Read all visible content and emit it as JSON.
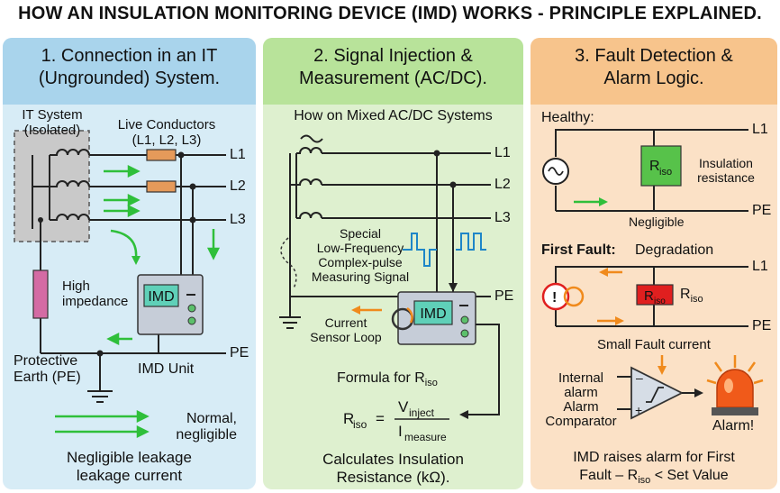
{
  "title": "HOW AN INSULATION MONITORING DEVICE (IMD) WORKS - PRINCIPLE EXPLAINED.",
  "panels": [
    {
      "title_line1": "1. Connection in an IT",
      "title_line2": "(Ungrounded) System.",
      "it_system_line1": "IT System",
      "it_system_line2": "(Isolated)",
      "live_conductors_line1": "Live Conductors",
      "live_conductors_line2": "(L1, L2, L3)",
      "lines": [
        "L1",
        "L2",
        "L3"
      ],
      "high_impedance_line1": "High",
      "high_impedance_line2": "impedance",
      "device_label": "IMD",
      "pe_label": "PE",
      "protective_earth_line1": "Protective",
      "protective_earth_line2": "Earth (PE)",
      "imd_unit_label": "IMD Unit",
      "legend_line1": "Normal,",
      "legend_line2": "negligible",
      "footer_line1": "Negligible leakage",
      "footer_line2": "leakage current"
    },
    {
      "title_line1": "2. Signal Injection &",
      "title_line2": "Measurement (AC/DC).",
      "subtitle": "How on Mixed AC/DC Systems",
      "lines": [
        "L1",
        "L2",
        "L3"
      ],
      "pe_label": "PE",
      "signal_line1": "Special",
      "signal_line2": "Low-Frequency",
      "signal_line3": "Complex-pulse",
      "signal_line4": "Measuring Signal",
      "device_label": "IMD",
      "sensor_line1": "Current",
      "sensor_line2": "Sensor Loop",
      "formula_heading": "Formula for R",
      "formula_heading_sub": "iso",
      "formula_lhs": "R",
      "formula_lhs_sub": "iso",
      "formula_num": "V",
      "formula_num_sub": "inject",
      "formula_den": "I",
      "formula_den_sub": "measure",
      "footer_line1": "Calculates Insulation",
      "footer_line2": "Resistance (kΩ)."
    },
    {
      "title_line1": "3. Fault Detection &",
      "title_line2": "Alarm Logic.",
      "healthy_label": "Healthy:",
      "l1": "L1",
      "pe": "PE",
      "r_label": "R",
      "r_sub": "iso",
      "insulation_line1": "Insulation",
      "insulation_line2": "resistance",
      "negligible_label": "Negligible",
      "first_fault_label": "First Fault:",
      "degradation_label": "Degradation",
      "small_fault_label": "Small Fault current",
      "internal_line1": "Internal",
      "internal_line2": "alarm",
      "internal_line3": "Alarm",
      "internal_line4": "Comparator",
      "alarm_label": "Alarm!",
      "footer_line1": "IMD raises alarm for First",
      "footer_line2": "Fault – R",
      "footer_sub": "iso",
      "footer_line2_end": " < Set Value"
    }
  ],
  "colors": {
    "panel1_head": "#a9d4ec",
    "panel2_head": "#b8e39a",
    "panel3_head": "#f7c48c",
    "imd_screen": "#5fd0b8",
    "resistor": "#e59a5a",
    "arrow_green": "#2fbf3a",
    "arrow_orange": "#f08a1c",
    "fault_red": "#e01f1f",
    "healthy_green": "#57c24a"
  }
}
